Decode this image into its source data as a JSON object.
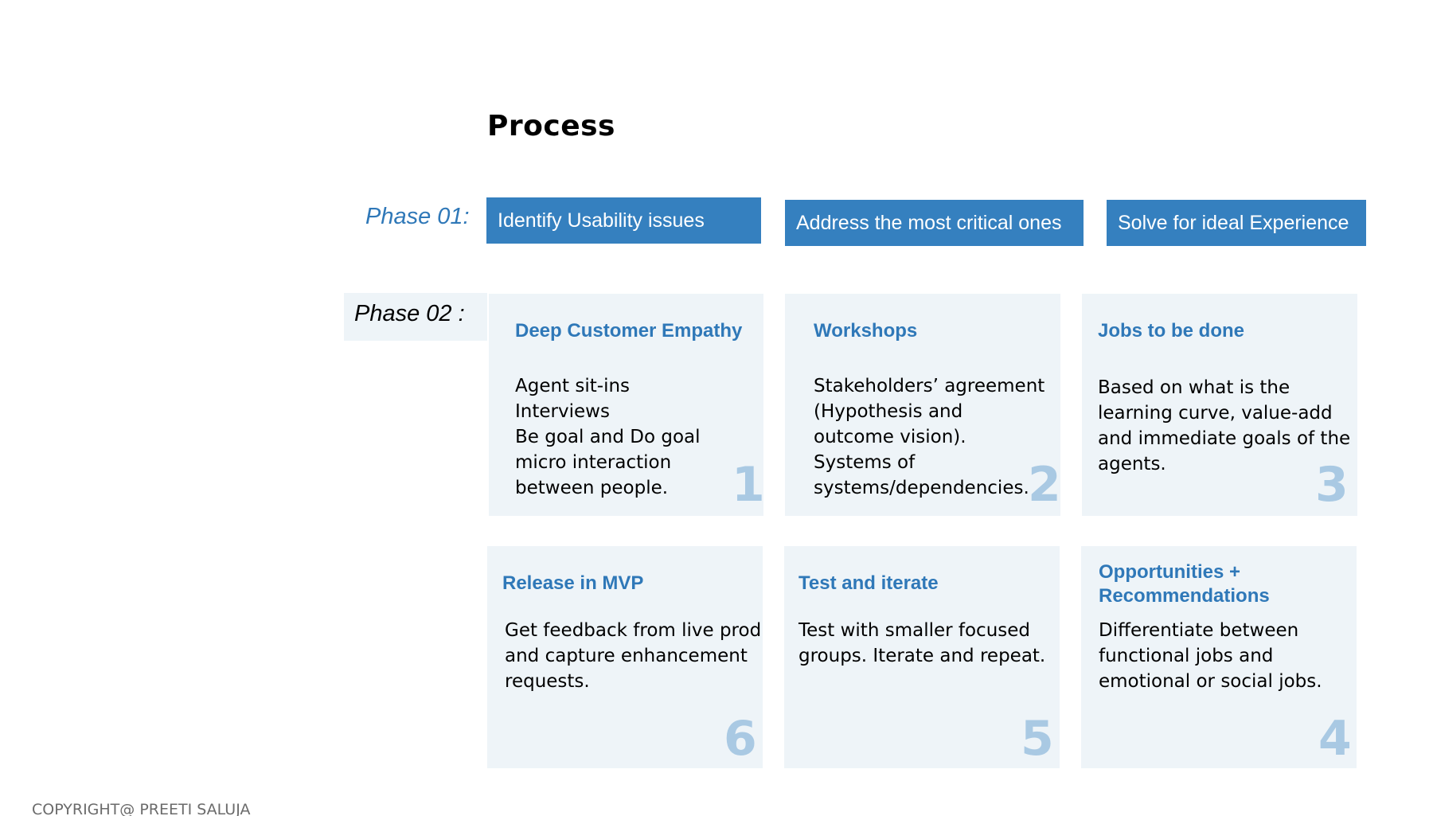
{
  "title": "Process",
  "phase1": {
    "label": "Phase 01:",
    "steps": [
      "Identify Usability issues",
      "Address the most critical ones",
      "Solve for ideal Experience"
    ]
  },
  "phase2": {
    "label": "Phase 02 :",
    "cards": {
      "c1": {
        "heading": "Deep Customer Empathy",
        "body": "Agent sit-ins\nInterviews\nBe goal and Do goal\nmicro interaction\nbetween people.",
        "number": "1"
      },
      "c2": {
        "heading": "Workshops",
        "body": "Stakeholders’ agreement\n(Hypothesis and\noutcome vision).\nSystems of\nsystems/dependencies.",
        "number": "2"
      },
      "c3": {
        "heading": "Jobs to be done",
        "body": "Based on what is the\nlearning curve, value-add\nand immediate goals of the\nagents.",
        "number": "3"
      },
      "c4": {
        "heading": "Opportunities +\nRecommendations",
        "body": "Differentiate between\nfunctional jobs and\nemotional or social jobs.",
        "number": "4"
      },
      "c5": {
        "heading": "Test and iterate",
        "body": "Test with smaller focused\ngroups. Iterate and repeat.",
        "number": "5"
      },
      "c6": {
        "heading": "Release in MVP",
        "body": "Get feedback from live prod\nand capture enhancement\nrequests.",
        "number": "6"
      }
    }
  },
  "footer": "COPYRIGHT@ PREETI SALUJA",
  "colors": {
    "accent_blue": "#3580bf",
    "heading_blue": "#2f78b8",
    "card_bg": "#eef4f8",
    "number_blue": "#a9c9e3"
  }
}
